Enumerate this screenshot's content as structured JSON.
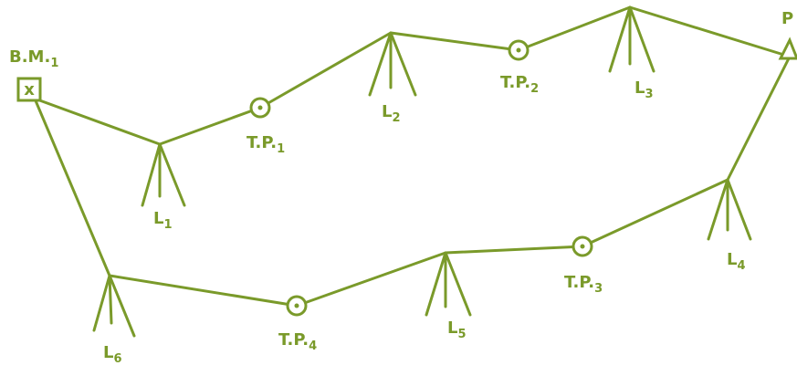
{
  "colors": {
    "ink": "#7a9a2a",
    "paper": "#ffffff"
  },
  "benchmark": {
    "label": "B.M.",
    "sub": "1",
    "mark": "x"
  },
  "endpoint": {
    "label": "P"
  },
  "turning_points": [
    {
      "id": "tp1",
      "label": "T.P.",
      "sub": "1"
    },
    {
      "id": "tp2",
      "label": "T.P.",
      "sub": "2"
    },
    {
      "id": "tp3",
      "label": "T.P.",
      "sub": "3"
    },
    {
      "id": "tp4",
      "label": "T.P.",
      "sub": "4"
    }
  ],
  "instrument_stations": [
    {
      "id": "l1",
      "label": "L",
      "sub": "1"
    },
    {
      "id": "l2",
      "label": "L",
      "sub": "2"
    },
    {
      "id": "l3",
      "label": "L",
      "sub": "3"
    },
    {
      "id": "l4",
      "label": "L",
      "sub": "4"
    },
    {
      "id": "l5",
      "label": "L",
      "sub": "5"
    },
    {
      "id": "l6",
      "label": "L",
      "sub": "6"
    }
  ]
}
